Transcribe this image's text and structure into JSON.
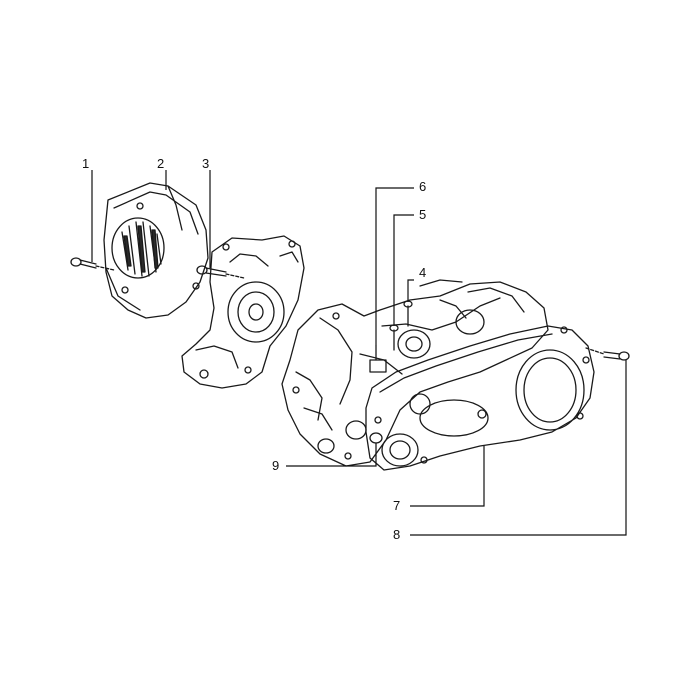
{
  "callouts": [
    {
      "id": "c1",
      "label": "1"
    },
    {
      "id": "c2",
      "label": "2"
    },
    {
      "id": "c3",
      "label": "3"
    },
    {
      "id": "c4",
      "label": "4"
    },
    {
      "id": "c5",
      "label": "5"
    },
    {
      "id": "c6",
      "label": "6"
    },
    {
      "id": "c7",
      "label": "7"
    },
    {
      "id": "c8",
      "label": "8"
    },
    {
      "id": "c9",
      "label": "9"
    }
  ],
  "colors": {
    "ink": "#1a1a1a",
    "background": "#ffffff"
  },
  "parts": [
    {
      "callout": "1",
      "icon": "screw-icon"
    },
    {
      "callout": "2",
      "icon": "fan-cover-icon"
    },
    {
      "callout": "3",
      "icon": "screw-icon"
    },
    {
      "callout": "4",
      "icon": "screw-icon"
    },
    {
      "callout": "5",
      "icon": "screw-icon"
    },
    {
      "callout": "6",
      "icon": "screw-icon"
    },
    {
      "callout": "7",
      "icon": "transmission-cover-icon"
    },
    {
      "callout": "8",
      "icon": "screw-icon"
    },
    {
      "callout": "9",
      "icon": "screw-icon"
    }
  ]
}
